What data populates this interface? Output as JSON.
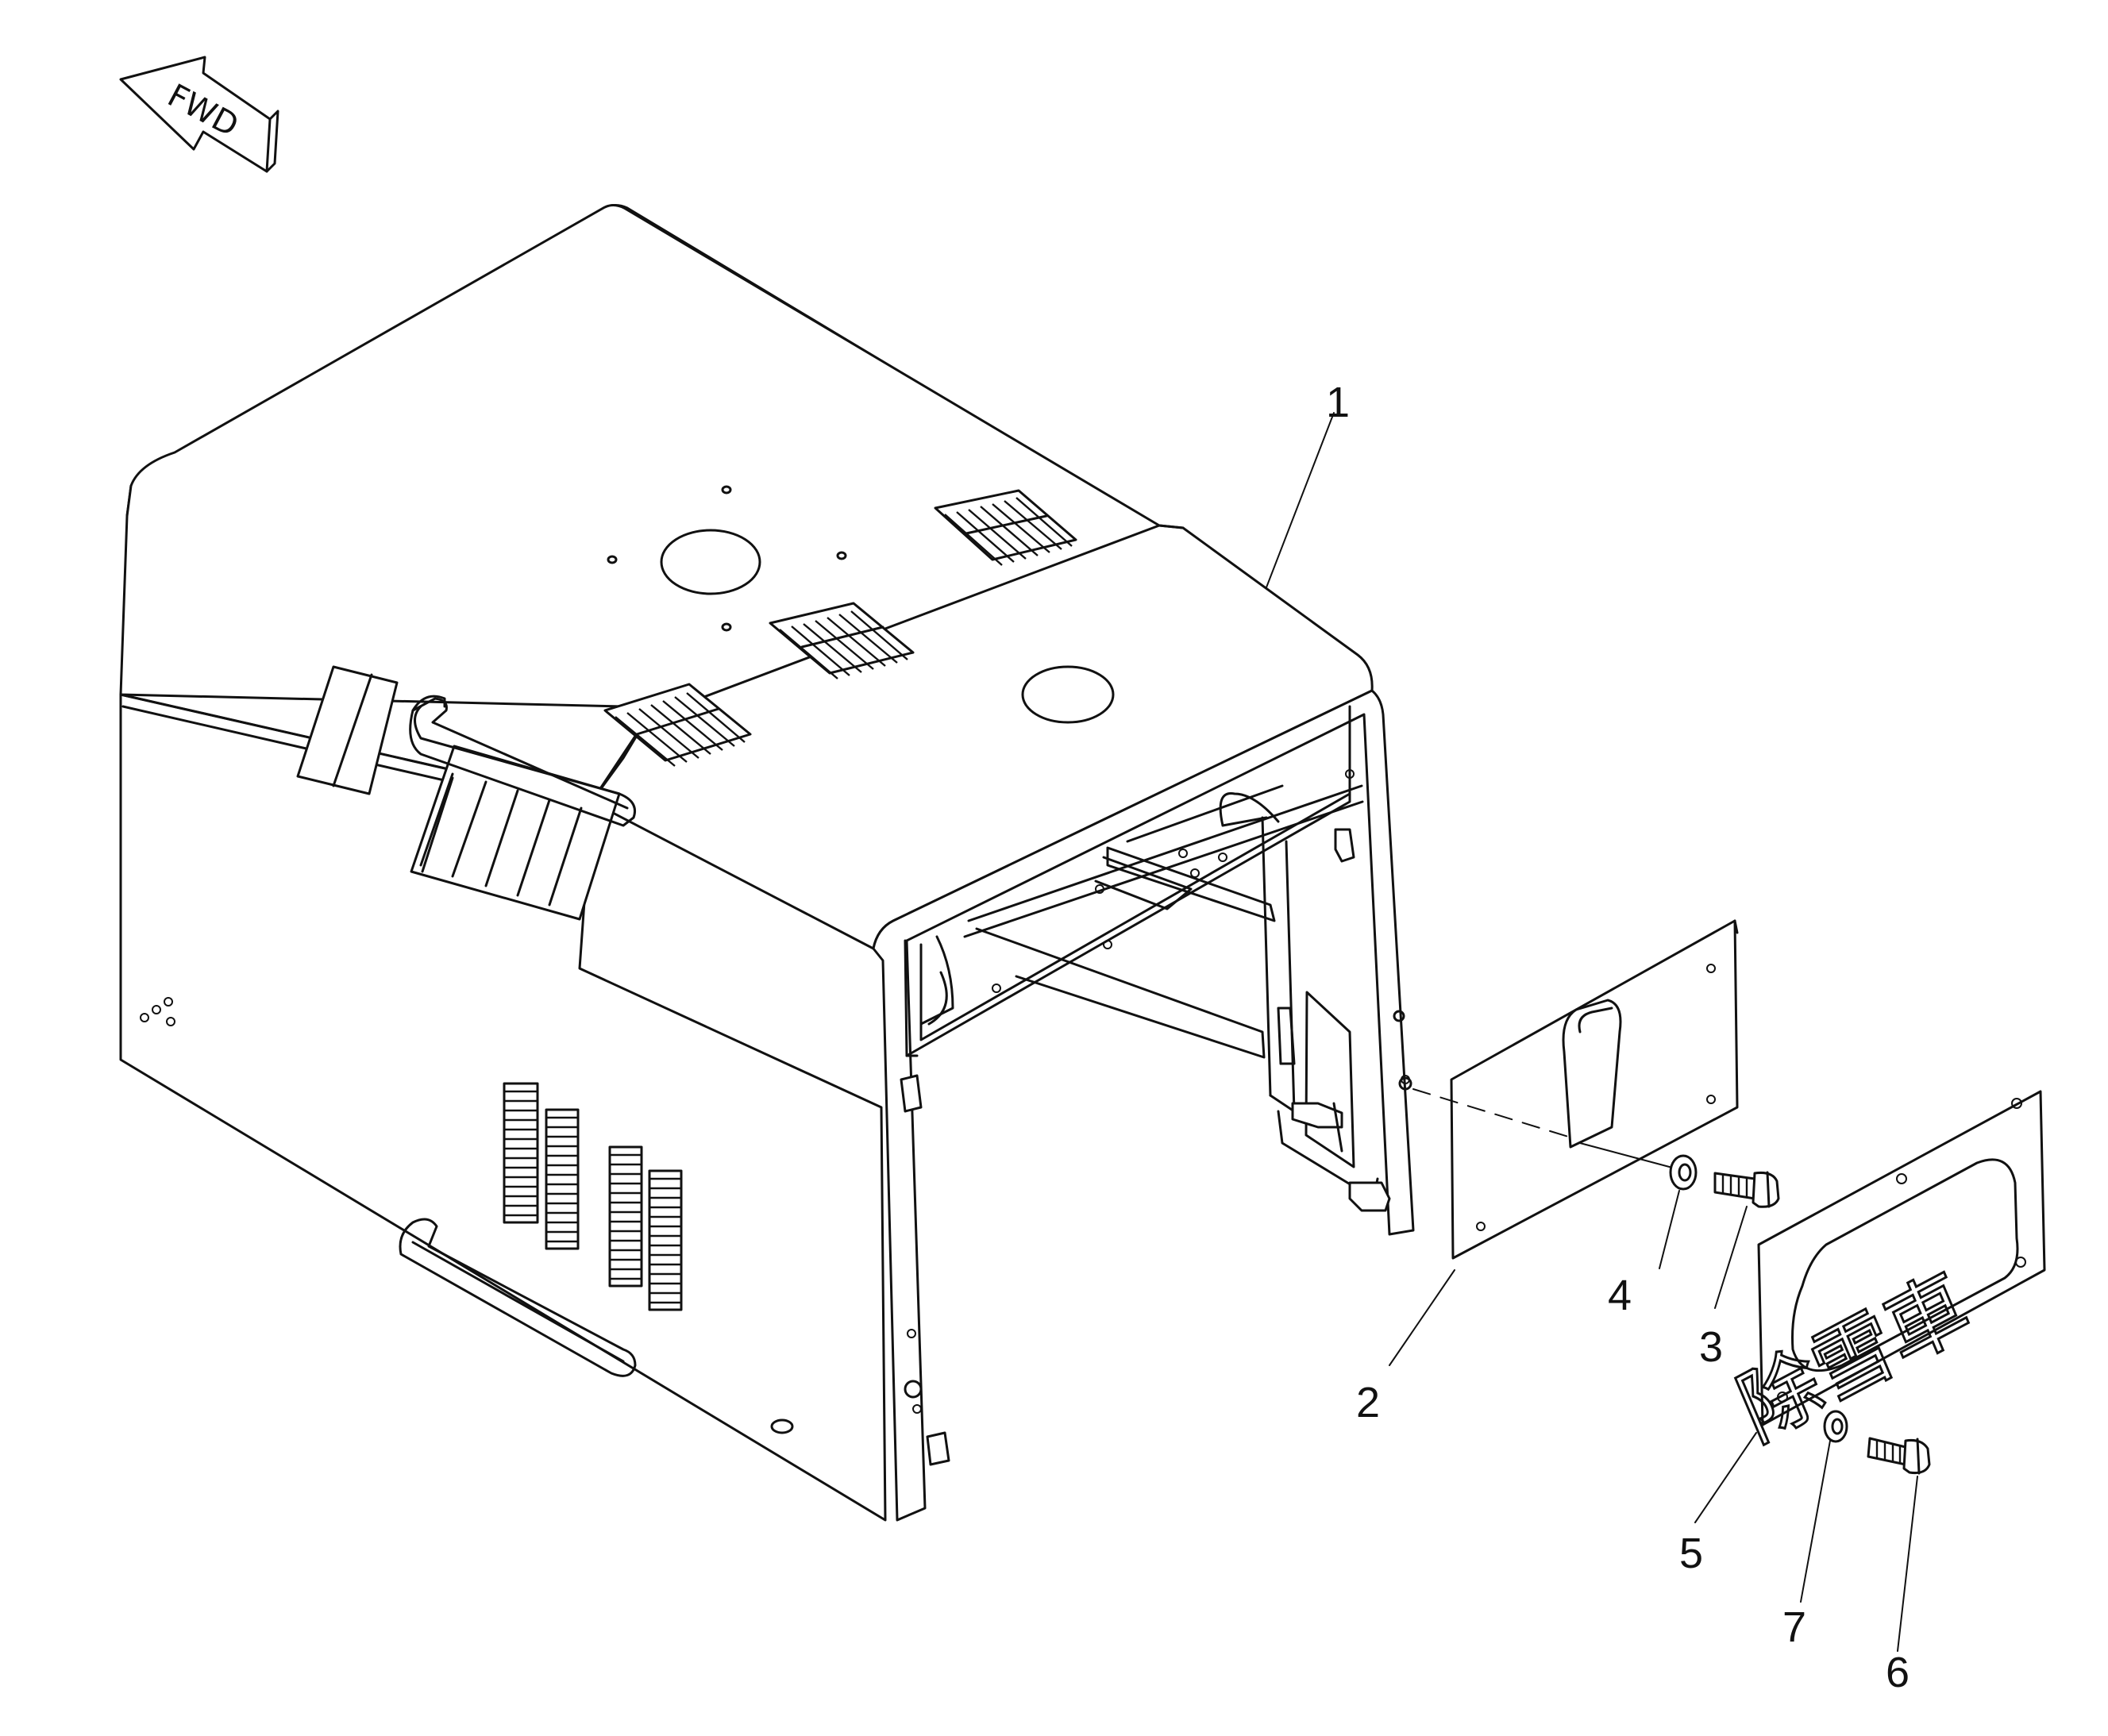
{
  "direction_arrow": {
    "text": "FWD"
  },
  "callouts": [
    {
      "id": "part-1",
      "label": "1"
    },
    {
      "id": "part-2",
      "label": "2"
    },
    {
      "id": "part-3",
      "label": "3"
    },
    {
      "id": "part-4",
      "label": "4"
    },
    {
      "id": "part-5",
      "label": "5"
    },
    {
      "id": "part-6",
      "label": "6"
    },
    {
      "id": "part-7",
      "label": "7"
    }
  ],
  "name_plate": {
    "text": "除雪車"
  }
}
